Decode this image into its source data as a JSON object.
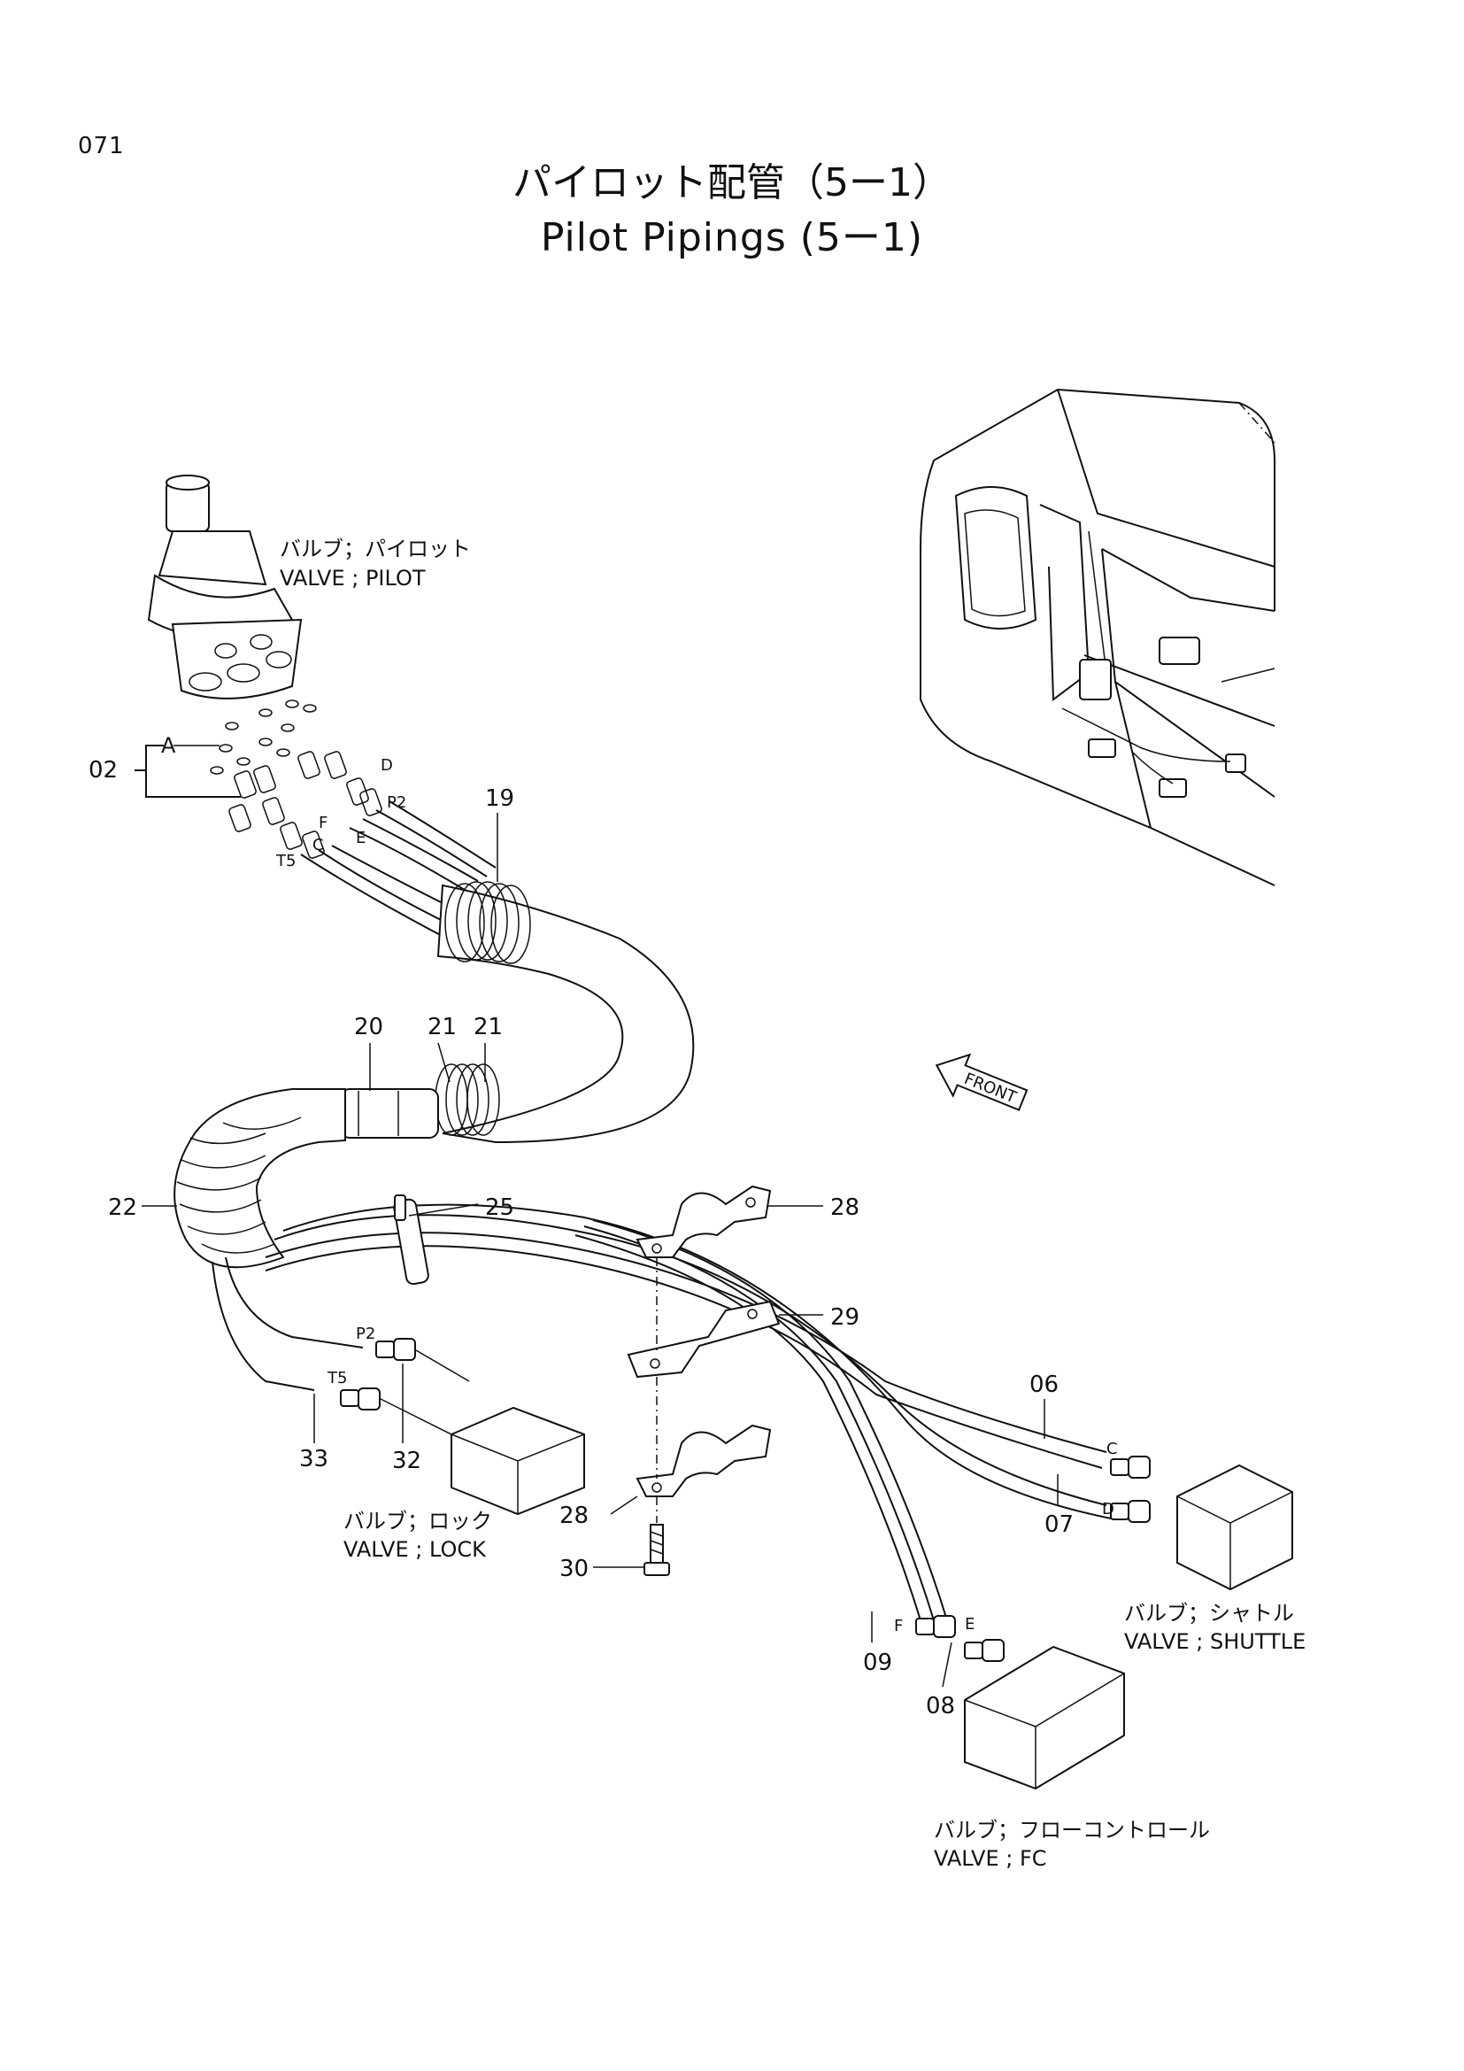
{
  "page": {
    "number": "071"
  },
  "title": {
    "jp": "パイロット配管（5ー1）",
    "en": "Pilot Pipings (5ー1)"
  },
  "components": {
    "pilot_valve": {
      "jp": "バルブ；パイロット",
      "en": "VALVE ; PILOT"
    },
    "lock_valve": {
      "jp": "バルブ；ロック",
      "en": "VALVE ; LOCK"
    },
    "shuttle_valve": {
      "jp": "バルブ；シャトル",
      "en": "VALVE ; SHUTTLE"
    },
    "fc_valve": {
      "jp": "バルブ；フローコントロール",
      "en": "VALVE ; FC"
    }
  },
  "front_arrow": "FRONT",
  "port_labels": {
    "A": "A",
    "D": "D",
    "P2": "P2",
    "F": "F",
    "E": "E",
    "C": "C",
    "T5": "T5"
  },
  "part_numbers": {
    "p02": "02",
    "p19": "19",
    "p20": "20",
    "p21a": "21",
    "p21b": "21",
    "p22": "22",
    "p25": "25",
    "p28a": "28",
    "p28b": "28",
    "p29": "29",
    "p30": "30",
    "p33": "33",
    "p32": "32",
    "p06": "06",
    "p07": "07",
    "p09": "09",
    "p08": "08"
  }
}
